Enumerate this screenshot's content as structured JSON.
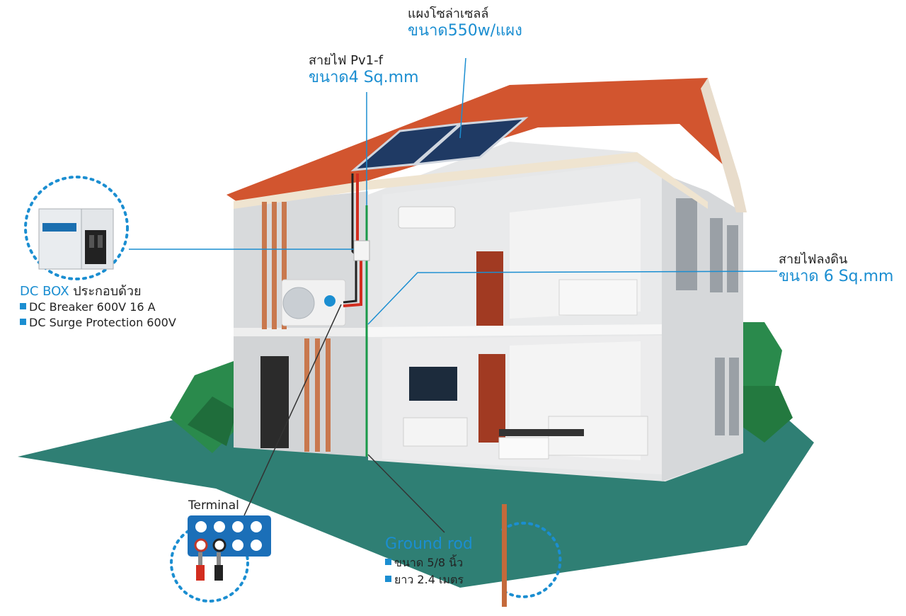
{
  "solar_panel": {
    "title": "แผงโซล่าเซลล์",
    "size": "ขนาด550w/แผง"
  },
  "pv_cable": {
    "title": "สายไฟ Pv1-f",
    "size": "ขนาด4 Sq.mm"
  },
  "ground_cable": {
    "title": "สายไฟลงดิน",
    "size": "ขนาด 6 Sq.mm"
  },
  "dc_box": {
    "title_blue": "DC BOX",
    "title_rest": " ประกอบด้วย",
    "items": [
      "DC Breaker 600V 16 A",
      "DC Surge Protection 600V"
    ]
  },
  "terminal": {
    "title": "Terminal"
  },
  "ground_rod": {
    "title": "Ground rod",
    "items": [
      "ขนาด 5/8 นิ้ว",
      "ยาว 2.4 เมตร"
    ]
  },
  "colors": {
    "accent": "#1b8ed1",
    "roof": "#d2552f",
    "wall": "#d9dbdd",
    "lawn": "#2f7f74",
    "cable_red": "#d22d1f",
    "copper": "#c9784e"
  }
}
